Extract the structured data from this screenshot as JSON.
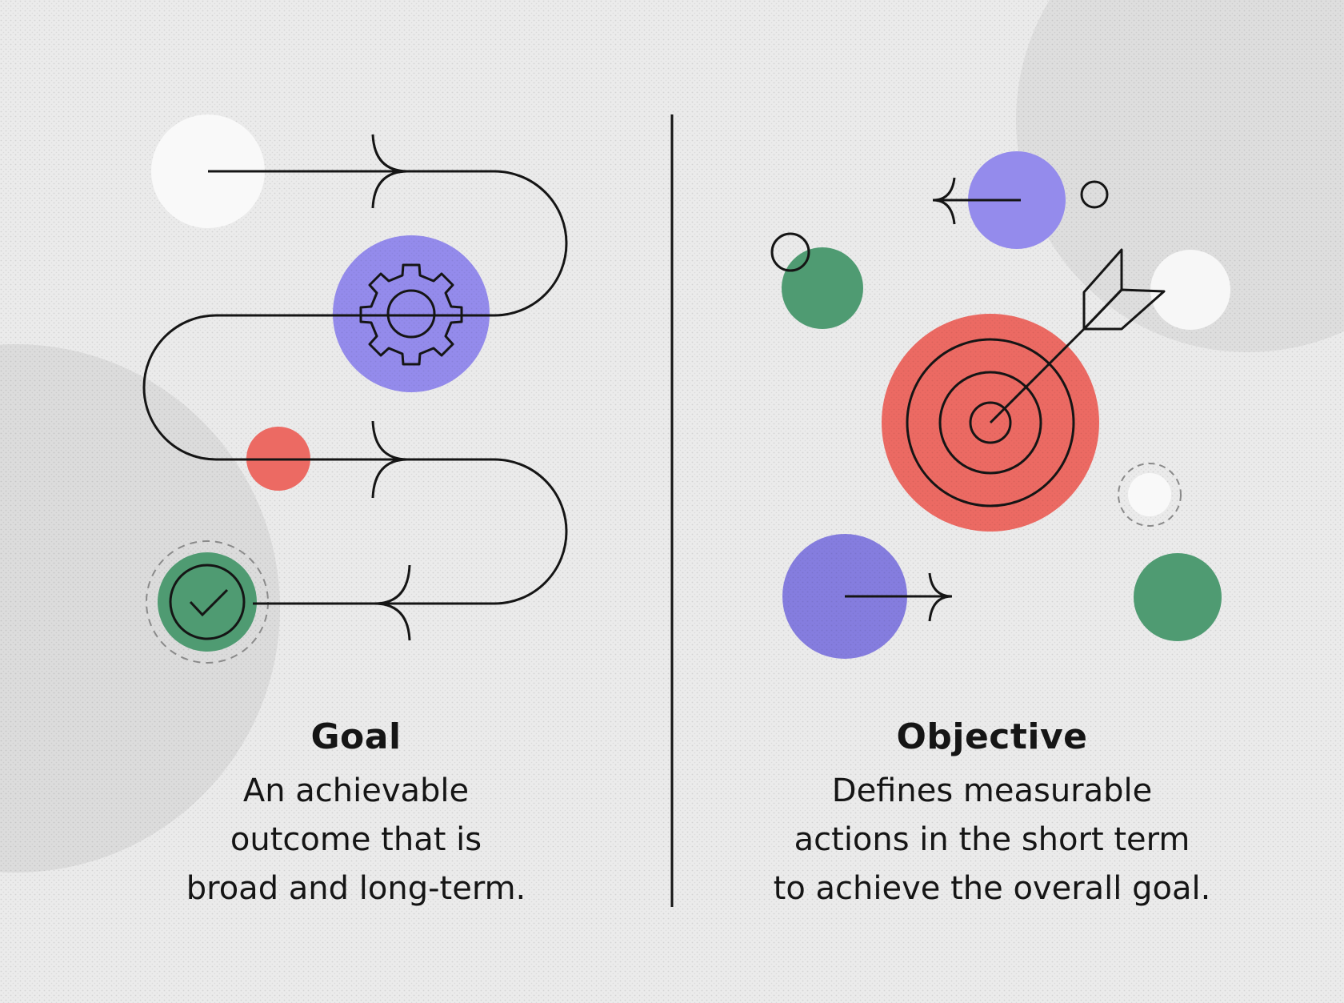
{
  "colors": {
    "background": "#ebebeb",
    "purple": "#948bec",
    "green": "#4f9b72",
    "red": "#ec6a63",
    "white": "#f9f9f9",
    "ink": "#151515"
  },
  "goal": {
    "title": "Goal",
    "lines": [
      "An achievable",
      "outcome that is",
      "broad and long-term."
    ],
    "icons": [
      "gear-icon",
      "checkmark-icon",
      "arrow-right-icon",
      "arrow-left-icon"
    ]
  },
  "objective": {
    "title": "Objective",
    "lines": [
      "Defines measurable",
      "actions in the short term",
      "to achieve the overall goal."
    ],
    "icons": [
      "target-icon",
      "dart-arrow-icon",
      "arrow-left-icon",
      "arrow-right-icon"
    ]
  }
}
